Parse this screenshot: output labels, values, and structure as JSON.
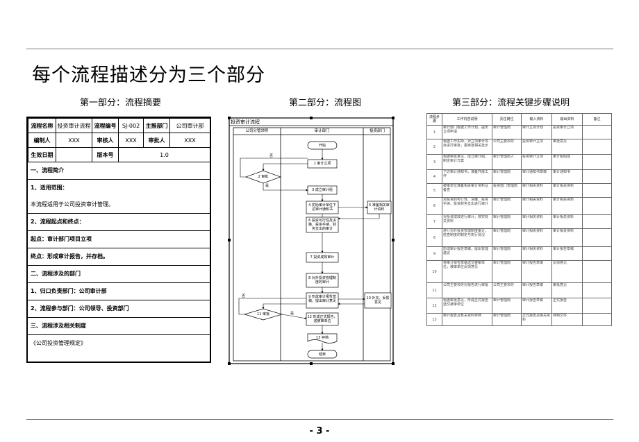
{
  "slide": {
    "title": "每个流程描述分为三个部分",
    "section1": "第一部分：流程摘要",
    "section2": "第二部分：流程图",
    "section3": "第三部分：流程关键步骤说明",
    "page_number": "- 3 -"
  },
  "summary": {
    "r1": [
      "流程名称",
      "投资审计流程",
      "流程编号",
      "SJ-002",
      "主推部门",
      "公司审计部"
    ],
    "r2": [
      "编制人",
      "XXX",
      "审核人",
      "XXX",
      "审批人",
      "XXX"
    ],
    "r3": [
      "生效日期",
      "",
      "版本号",
      "1.0"
    ],
    "overview_heading": "一、流程简介",
    "scope_label": "1、适用范围：",
    "scope_text": "本流程适用于公司投资审计管理。",
    "points_label": "2、流程起点和终点：",
    "start_text": "起点：审计部门项目立项",
    "end_text": "终点：形成审计报告，并存档。",
    "depts_heading": "二、流程涉及的部门",
    "lead_dept": "1、归口负责部门：公司审计部",
    "participants": "2、流程参与部门：公司领导、投资部门",
    "rules_heading": "三、流程涉及相关制度",
    "rules_text": "《公司投资管理规定》"
  },
  "flowchart": {
    "title": "投资审计流程",
    "lanes": [
      "公司分管领导",
      "审计部门",
      "投资部门"
    ],
    "start": "开始",
    "end": "结束",
    "steps": [
      "1 审计立项",
      "2 审批",
      "3 成立审计组",
      "4 初始审计单位下达审计通知书",
      "5 准备相关审计资料",
      "6 投资可行性及决策、投资手续、财务支出的审计",
      "7 投资成效审计",
      "8 对外投资管理制度的审计",
      "9 形成审计报告草稿、提出审计意见",
      "10 补充、反馈意见",
      "11 审批",
      "12 形成正式报告，送被审单位",
      "13 存档"
    ],
    "yes": "是",
    "no": "否"
  },
  "key_steps": {
    "headers": [
      "流程步骤",
      "工作内容说明",
      "责任岗位",
      "输入资料",
      "输出资料",
      "备注"
    ],
    "rows": [
      [
        "1",
        "审计部门根据工作计划，提出立项申请",
        "审计管理岗",
        "审计立项计划",
        "投资审计立项",
        ""
      ],
      [
        "2",
        "根据工作实际，对立项审计项目进行审批，报审批相关批示",
        "公司主要领导",
        "投资审计立项",
        "审批意见",
        ""
      ],
      [
        "3",
        "根据审批意见，成立审计组，制定审计方案",
        "审计管理岗人",
        "投资审计立项",
        "审计组组成",
        ""
      ],
      [
        "4",
        "下达审计通知书，准备开展工作",
        "审计管理岗",
        "审计通知书草稿",
        "审计通知书",
        ""
      ],
      [
        "5",
        "被审单位准备相关审计资料及备查",
        "投资部门管理岗",
        "审计相关资料",
        "审计相关资料",
        ""
      ],
      [
        "6",
        "对投资的可行性、决策、投资手续、投资财务支出进行审计",
        "审计管理岗",
        "审计相关资料",
        "审计相关资料",
        ""
      ],
      [
        "7",
        "对投资成效进行审计，核实有关资料",
        "审计管理岗",
        "审计相关资料",
        "审计相关资料",
        ""
      ],
      [
        "8",
        "进行对外投资管理制度审计，检查制度的制定与执行情况",
        "审计管理岗",
        "审计相关资料",
        "审计相关资料",
        ""
      ],
      [
        "9",
        "形成审计报告草稿，提出管理建议",
        "审计管理岗",
        "审计相关资料",
        "审计报告草稿",
        ""
      ],
      [
        "10",
        "将审计报告草稿送交被审单位，被审单位反馈意见",
        "审计管理岗",
        "审计报告草稿",
        "反馈意见",
        ""
      ],
      [
        "11",
        "公司主要领导对报告进行审批",
        "公司主要领导",
        "审计报告草稿",
        "审批意见",
        ""
      ],
      [
        "12",
        "根据审批意见，形成正式报告送交被审单位",
        "审计管理岗",
        "审计报告草稿",
        "正式报告",
        ""
      ],
      [
        "13",
        "审计报告及有关资料存档",
        "审计管理岗",
        "正式报告及相关资料",
        "存档文件",
        ""
      ]
    ]
  }
}
